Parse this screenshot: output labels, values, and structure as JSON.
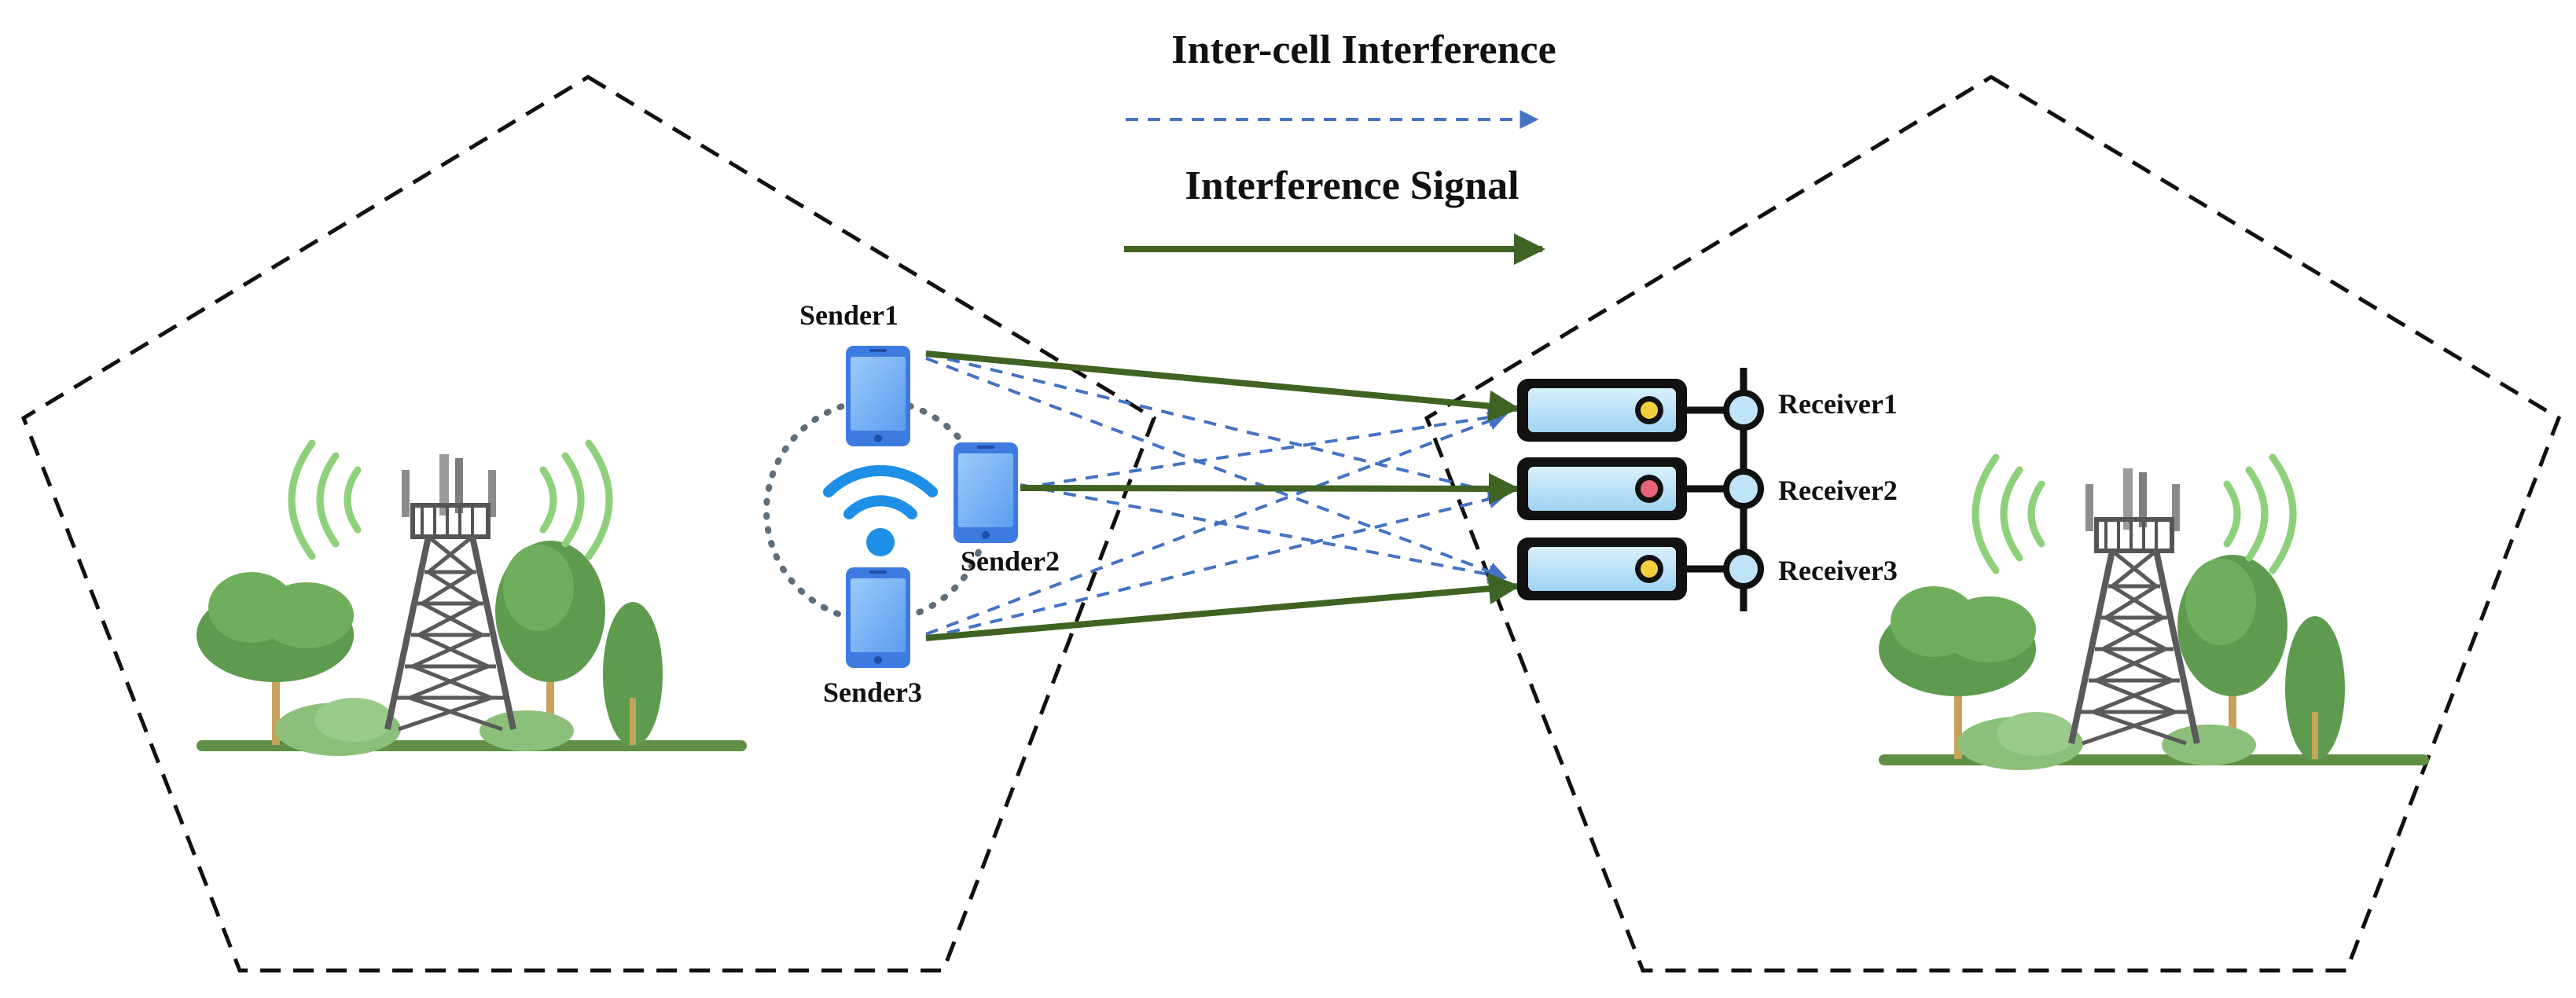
{
  "legend": {
    "inter_cell": {
      "label": "Inter-cell Interference",
      "color": "#4472C4",
      "style": "dashed"
    },
    "interference_signal": {
      "label": "Interference Signal",
      "color": "#3F6323",
      "style": "solid"
    }
  },
  "senders": [
    {
      "id": "sender1",
      "label": "Sender1"
    },
    {
      "id": "sender2",
      "label": "Sender2"
    },
    {
      "id": "sender3",
      "label": "Sender3"
    }
  ],
  "receivers": [
    {
      "id": "receiver1",
      "label": "Receiver1",
      "led_color": "#F2D03B"
    },
    {
      "id": "receiver2",
      "label": "Receiver2",
      "led_color": "#E8637A"
    },
    {
      "id": "receiver3",
      "label": "Receiver3",
      "led_color": "#F2D03B"
    }
  ],
  "links": {
    "solid": [
      {
        "from": "sender1",
        "to": "receiver1"
      },
      {
        "from": "sender2",
        "to": "receiver2"
      },
      {
        "from": "sender3",
        "to": "receiver3"
      }
    ],
    "dashed": [
      {
        "from": "sender1",
        "to": "receiver2"
      },
      {
        "from": "sender1",
        "to": "receiver3"
      },
      {
        "from": "sender2",
        "to": "receiver1"
      },
      {
        "from": "sender2",
        "to": "receiver3"
      },
      {
        "from": "sender3",
        "to": "receiver1"
      },
      {
        "from": "sender3",
        "to": "receiver2"
      }
    ]
  },
  "icons": {
    "left_tower": "cell-tower-icon",
    "right_tower": "cell-tower-icon",
    "wifi": "wifi-icon",
    "phone": "smartphone-icon",
    "receiver_rack": "server-rack-icon"
  },
  "colors": {
    "cell_boundary": "#111111",
    "tree_green": "#5E9B4F",
    "signal_wave": "#8FD07A",
    "phone_blue": "#3D7BE0",
    "wifi_blue": "#1E8FE6",
    "rack_fill": "#BFE3F8"
  }
}
